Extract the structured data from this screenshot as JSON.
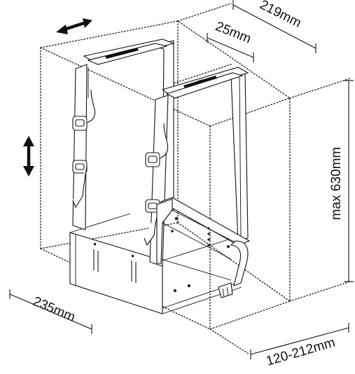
{
  "figure": {
    "dimensions": {
      "depth_label": "219mm",
      "strap_width_label": "25mm",
      "height_label": "max 630mm",
      "length_label": "235mm",
      "width_label": "120-212mm"
    },
    "icons": [
      "horizontal-adjust-arrow-icon",
      "vertical-adjust-arrow-icon"
    ],
    "colors": {
      "line": "#111111",
      "background": "#ffffff"
    }
  }
}
